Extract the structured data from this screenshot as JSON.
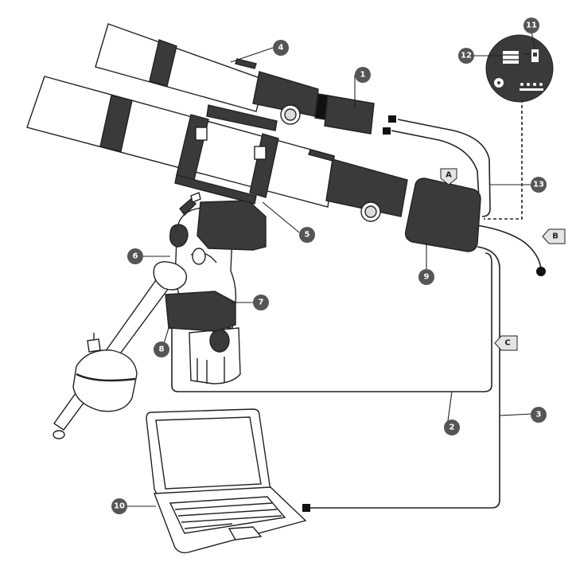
{
  "callouts": [
    {
      "id": "1",
      "label": "1"
    },
    {
      "id": "2",
      "label": "2"
    },
    {
      "id": "3",
      "label": "3"
    },
    {
      "id": "4",
      "label": "4"
    },
    {
      "id": "5",
      "label": "5"
    },
    {
      "id": "6",
      "label": "6"
    },
    {
      "id": "7",
      "label": "7"
    },
    {
      "id": "8",
      "label": "8"
    },
    {
      "id": "9",
      "label": "9"
    },
    {
      "id": "10",
      "label": "10"
    },
    {
      "id": "11",
      "label": "11"
    },
    {
      "id": "12",
      "label": "12"
    },
    {
      "id": "13",
      "label": "13"
    }
  ],
  "tags": [
    {
      "id": "A",
      "label": "A"
    },
    {
      "id": "B",
      "label": "B"
    },
    {
      "id": "C",
      "label": "C"
    }
  ],
  "colors": {
    "badge": "#555555",
    "equipment_dark": "#3a3a3a",
    "outline": "#222222",
    "tag_fill": "#e4e4e4",
    "background": "#ffffff"
  }
}
